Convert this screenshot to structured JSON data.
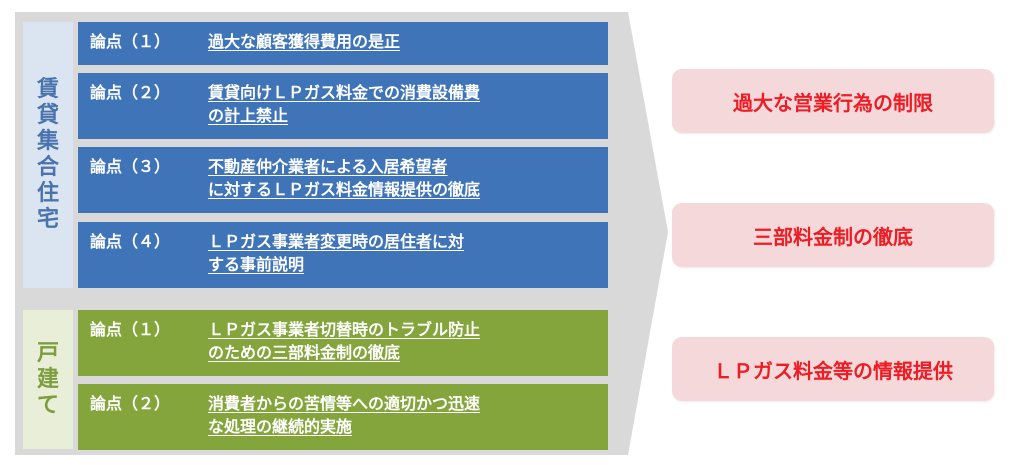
{
  "sections": {
    "rental": {
      "label_chars": [
        "賃",
        "貸",
        "集",
        "合",
        "住",
        "宅"
      ],
      "items": [
        {
          "num": "論点（１）",
          "lines": [
            "過大な顧客獲得費用の是正"
          ]
        },
        {
          "num": "論点（２）",
          "lines": [
            "賃貸向けＬＰガス料金での消費設備費",
            "の計上禁止"
          ]
        },
        {
          "num": "論点（３）",
          "lines": [
            "不動産仲介業者による入居希望者",
            "に対するＬＰガス料金情報提供の徹底"
          ]
        },
        {
          "num": "論点（４）",
          "lines": [
            "ＬＰガス事業者変更時の居住者に対",
            "する事前説明"
          ]
        }
      ]
    },
    "house": {
      "label_chars": [
        "戸",
        "建",
        "て"
      ],
      "items": [
        {
          "num": "論点（１）",
          "lines": [
            "ＬＰガス事業者切替時のトラブル防止",
            "のための三部料金制の徹底"
          ]
        },
        {
          "num": "論点（２）",
          "lines": [
            "消費者からの苦情等への適切かつ迅速",
            "な処理の継続的実施"
          ]
        }
      ]
    }
  },
  "results": [
    "過大な営業行為の制限",
    "三部料金制の徹底",
    "ＬＰガス料金等の情報提供"
  ],
  "colors": {
    "rental_card": "#3f74b8",
    "house_card": "#84a53c",
    "result_text": "#ee1c24",
    "result_bg": "#f5d9da"
  }
}
